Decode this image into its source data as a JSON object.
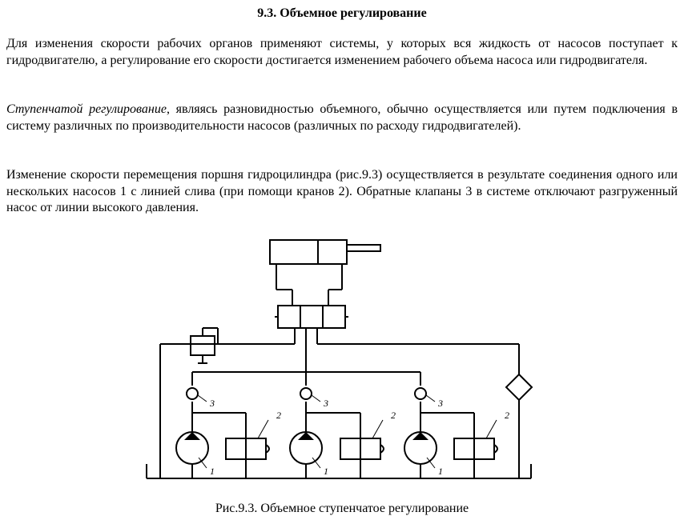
{
  "section_title": "9.3. Объемное регулирование",
  "paragraph1": "Для изменения скорости рабочих органов применяют системы, у которых вся жидкость от насосов поступает к гидродвигателю, а регулирование его скорости достигается изменением рабочего объема насоса или гидродвигателя.",
  "paragraph2_term": "Ступенчатой регулирование",
  "paragraph2_rest": ", являясь разновидностью объемного, обычно осуществляется или путем подключения в систему различных по производительности насосов (различных по расходу гидродвигателей).",
  "paragraph3": "Изменение скорости перемещения поршня гидроцилиндра (рис.9.3) осуществляется в результате соединения одного или нескольких насосов 1 с линией слива (при помощи кранов 2). Обратные клапаны 3 в системе отключают разгруженный насос от линии высокого давления.",
  "figure": {
    "labels": {
      "check_valve": "3",
      "tap": "2",
      "pump": "1"
    }
  },
  "caption": "Рис.9.3. Объемное ступенчатое регулирование"
}
